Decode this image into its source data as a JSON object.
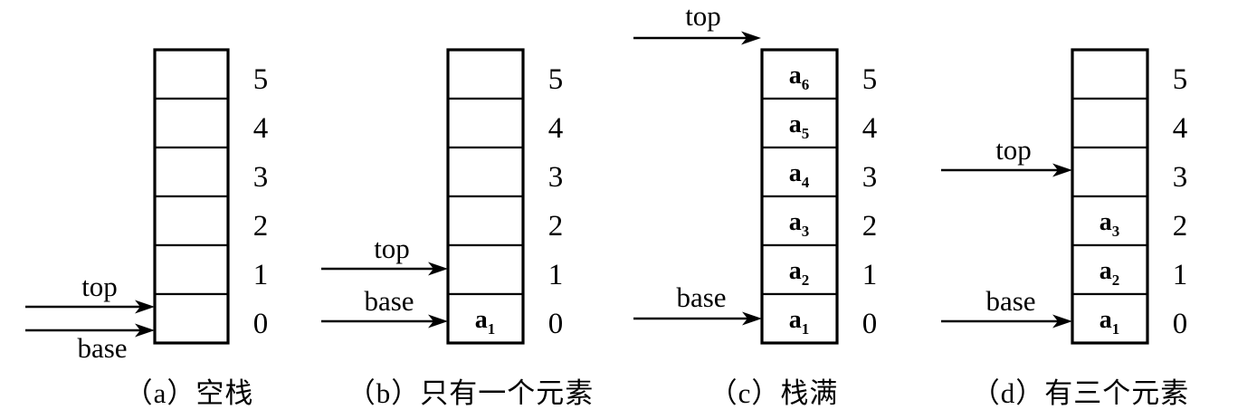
{
  "figure": {
    "title": "Sequential stack states diagram",
    "colors": {
      "background": "#ffffff",
      "stroke": "#000000",
      "cell_fill": "#ffffff"
    },
    "index_labels": [
      "5",
      "4",
      "3",
      "2",
      "1",
      "0"
    ],
    "pointer_names": {
      "top": "top",
      "base": "base"
    }
  },
  "panels": [
    {
      "id": "a",
      "caption": "（a）空栈",
      "cells": [
        "",
        "",
        "",
        "",
        "",
        ""
      ],
      "cells_bottom_up": [
        "",
        "",
        "",
        "",
        "",
        ""
      ],
      "indices": [
        "5",
        "4",
        "3",
        "2",
        "1",
        "0"
      ],
      "pointers": [
        {
          "name": "top",
          "label": "top",
          "target_index": 0,
          "position": "cell-0-top-edge"
        },
        {
          "name": "base",
          "label": "base",
          "target_index": 0,
          "position": "cell-0-lower"
        }
      ]
    },
    {
      "id": "b",
      "caption": "（b）只有一个元素",
      "cells": [
        "",
        "",
        "",
        "",
        "",
        "a₁"
      ],
      "cells_bottom_up": [
        "a₁",
        "",
        "",
        "",
        "",
        ""
      ],
      "indices": [
        "5",
        "4",
        "3",
        "2",
        "1",
        "0"
      ],
      "pointers": [
        {
          "name": "top",
          "label": "top",
          "target_index": 1,
          "position": "cell-1-center"
        },
        {
          "name": "base",
          "label": "base",
          "target_index": 0,
          "position": "cell-0-center"
        }
      ]
    },
    {
      "id": "c",
      "caption": "（c）栈满",
      "cells": [
        "a₆",
        "a₅",
        "a₄",
        "a₃",
        "a₂",
        "a₁"
      ],
      "cells_bottom_up": [
        "a₁",
        "a₂",
        "a₃",
        "a₄",
        "a₅",
        "a₆"
      ],
      "indices": [
        "5",
        "4",
        "3",
        "2",
        "1",
        "0"
      ],
      "pointers": [
        {
          "name": "top",
          "label": "top",
          "target_index": 6,
          "position": "above-stack"
        },
        {
          "name": "base",
          "label": "base",
          "target_index": 0,
          "position": "cell-0-center"
        }
      ]
    },
    {
      "id": "d",
      "caption": "（d）有三个元素",
      "cells": [
        "",
        "",
        "",
        "a₃",
        "a₂",
        "a₁"
      ],
      "cells_bottom_up": [
        "a₁",
        "a₂",
        "a₃",
        "",
        "",
        ""
      ],
      "indices": [
        "5",
        "4",
        "3",
        "2",
        "1",
        "0"
      ],
      "pointers": [
        {
          "name": "top",
          "label": "top",
          "target_index": 3,
          "position": "cell-3-center"
        },
        {
          "name": "base",
          "label": "base",
          "target_index": 0,
          "position": "cell-0-center"
        }
      ]
    }
  ],
  "cell_text": {
    "a1": {
      "base": "a",
      "sub": "1"
    },
    "a2": {
      "base": "a",
      "sub": "2"
    },
    "a3": {
      "base": "a",
      "sub": "3"
    },
    "a4": {
      "base": "a",
      "sub": "4"
    },
    "a5": {
      "base": "a",
      "sub": "5"
    },
    "a6": {
      "base": "a",
      "sub": "6"
    }
  },
  "labels": {
    "panel_a": {
      "caption": "（a）空栈",
      "top": "top",
      "base": "base",
      "i5": "5",
      "i4": "4",
      "i3": "3",
      "i2": "2",
      "i1": "1",
      "i0": "0"
    },
    "panel_b": {
      "caption": "（b）只有一个元素",
      "top": "top",
      "base": "base",
      "i5": "5",
      "i4": "4",
      "i3": "3",
      "i2": "2",
      "i1": "1",
      "i0": "0",
      "c0_base": "a",
      "c0_sub": "1"
    },
    "panel_c": {
      "caption": "（c）栈满",
      "top": "top",
      "base": "base",
      "i5": "5",
      "i4": "4",
      "i3": "3",
      "i2": "2",
      "i1": "1",
      "i0": "0",
      "c5_base": "a",
      "c5_sub": "6",
      "c4_base": "a",
      "c4_sub": "5",
      "c3_base": "a",
      "c3_sub": "4",
      "c2_base": "a",
      "c2_sub": "3",
      "c1_base": "a",
      "c1_sub": "2",
      "c0_base": "a",
      "c0_sub": "1"
    },
    "panel_d": {
      "caption": "（d）有三个元素",
      "top": "top",
      "base": "base",
      "i5": "5",
      "i4": "4",
      "i3": "3",
      "i2": "2",
      "i1": "1",
      "i0": "0",
      "c2_base": "a",
      "c2_sub": "3",
      "c1_base": "a",
      "c1_sub": "2",
      "c0_base": "a",
      "c0_sub": "1"
    }
  }
}
